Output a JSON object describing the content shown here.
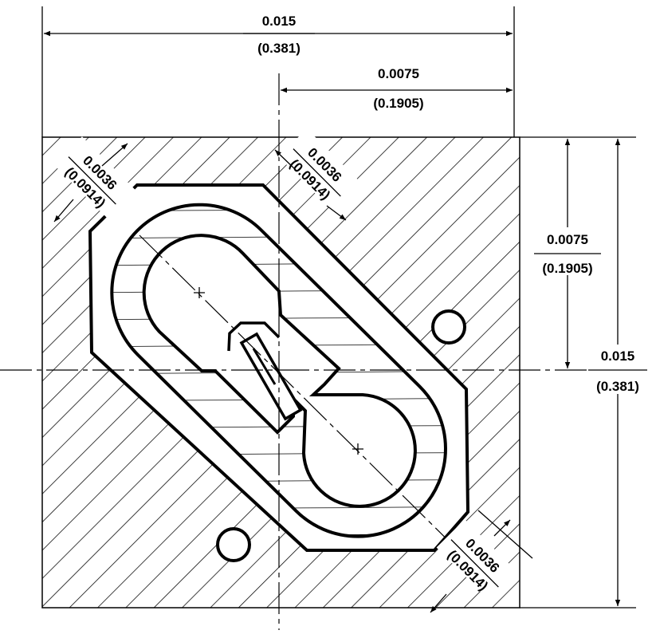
{
  "drawing": {
    "dimensions": {
      "overall_width": {
        "inch": "0.015",
        "mm": "(0.381)"
      },
      "half_width": {
        "inch": "0.0075",
        "mm": "(0.1905)"
      },
      "half_height": {
        "inch": "0.0075",
        "mm": "(0.1905)"
      },
      "overall_height": {
        "inch": "0.015",
        "mm": "(0.381)"
      },
      "offset_top_left": {
        "inch": "0.0036",
        "mm": "(0.0914)"
      },
      "offset_top_center": {
        "inch": "0.0036",
        "mm": "(0.0914)"
      },
      "offset_bottom_right": {
        "inch": "0.0036",
        "mm": "(0.0914)"
      }
    },
    "colors": {
      "ink": "#000000",
      "paper": "#ffffff"
    }
  }
}
